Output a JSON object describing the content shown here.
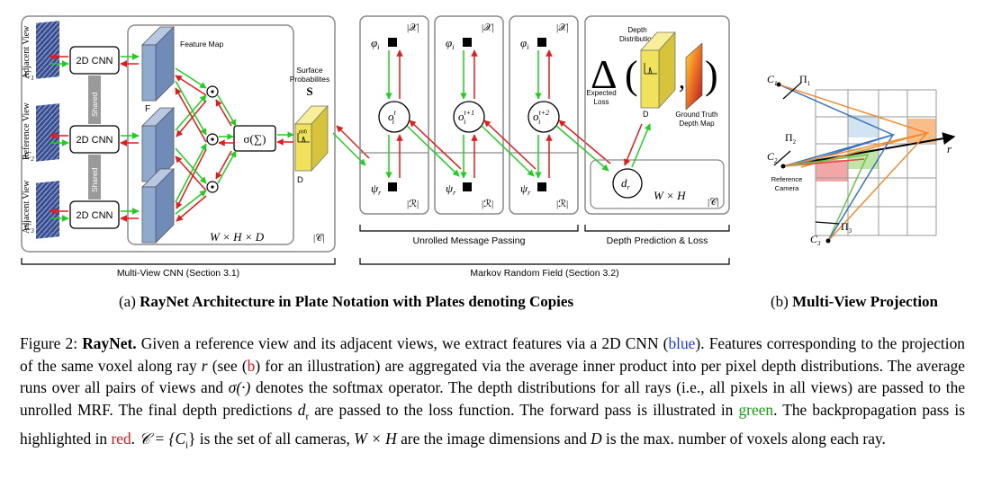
{
  "views": {
    "adjacent_top": "Adjacent View",
    "reference": "Reference View",
    "adjacent_bottom": "Adjacent View",
    "cam1": "C",
    "cam1_sub": "1",
    "cam2": "C",
    "cam2_sub": "2",
    "cam3": "C",
    "cam3_sub": "3"
  },
  "cnn": {
    "label": "2D CNN",
    "shared": "Shared",
    "feature_map": "Feature Map",
    "F": "F",
    "softmax": "σ(∑)",
    "dims": "W × H × D",
    "plate": "|𝒞|",
    "bracket": "Multi-View CNN (Section 3.1)"
  },
  "surface": {
    "title_line1": "Surface",
    "title_line2": "Probabilites",
    "symbol": "S",
    "D": "D",
    "mini_label": "p(d)"
  },
  "mrf": {
    "plate_X": "|𝒳|",
    "plate_R": "|ℛ|",
    "phi": "φ",
    "phi_sub": "i",
    "psi": "ψ",
    "psi_sub": "r",
    "o1": "o",
    "o1_sup": "t",
    "o2": "o",
    "o2_sup": "t+1",
    "o3": "o",
    "o3_sup": "t+2",
    "o_sub": "i",
    "unrolled": "Unrolled Message Passing",
    "bracket": "Markov Random Field (Section 3.2)"
  },
  "depth": {
    "distribution_line1": "Depth",
    "distribution_line2": "Distribution",
    "delta": "Δ",
    "expected_line1": "Expected",
    "expected_line2": "Loss",
    "D": "D",
    "gt_line1": "Ground Truth",
    "gt_line2": "Depth Map",
    "dr": "d",
    "dr_sub": "r",
    "dims": "W × H",
    "plate": "|𝒞|",
    "bracket": "Depth Prediction & Loss"
  },
  "projection": {
    "c1": "C",
    "c1_sub": "1",
    "c2": "C",
    "c2_sub": "2",
    "c3": "C",
    "c3_sub": "3",
    "pi1": "Π",
    "pi1_sub": "1",
    "pi2": "Π",
    "pi2_sub": "2",
    "pi3": "Π",
    "pi3_sub": "3",
    "ray": "r",
    "ref_line1": "Reference",
    "ref_line2": "Camera"
  },
  "captions": {
    "a_prefix": "(a) ",
    "a_bold": "RayNet Architecture in Plate Notation with Plates denoting Copies",
    "b_prefix": "(b) ",
    "b_bold": "Multi-View Projection"
  },
  "figure_caption": {
    "fig_label": "Figure 2: ",
    "fig_bold": "RayNet.",
    "part1": " Given a reference view and its adjacent views, we extract features via a 2D CNN (",
    "blue_word": "blue",
    "part2": "). Features corresponding to the projection of the same voxel along ray ",
    "ray_r": "r",
    "part3": " (see (",
    "ref_b": "b",
    "part4": ") for an illustration) are aggregated via the average inner product into per pixel depth distributions. The average runs over all pairs of views and ",
    "sigma": "σ(·)",
    "part5": " denotes the softmax operator. The depth distributions for all rays (i.e., all pixels in all views) are passed to the unrolled MRF. The final depth predictions ",
    "dr": "d",
    "dr_sub": "r",
    "part6": " are passed to the loss function. The forward pass is illustrated in ",
    "green_word": "green",
    "part7": ". The backpropagation pass is highlighted in ",
    "red_word": "red",
    "part8": ". ",
    "cal_c": "𝒞 = {C",
    "cal_c_sub": "i",
    "part9": "} is the set of all cameras, ",
    "wxh": "W × H",
    "part10": " are the image dimensions and ",
    "d_var": "D",
    "part11": " is the max. number of voxels along each ray."
  },
  "colors": {
    "forward": "#1fcf1f",
    "backward": "#e41a1c",
    "feature_blue": "#8fa9cf",
    "surface_yellow": "#f0e25a",
    "plate": "#8a8a8a"
  }
}
